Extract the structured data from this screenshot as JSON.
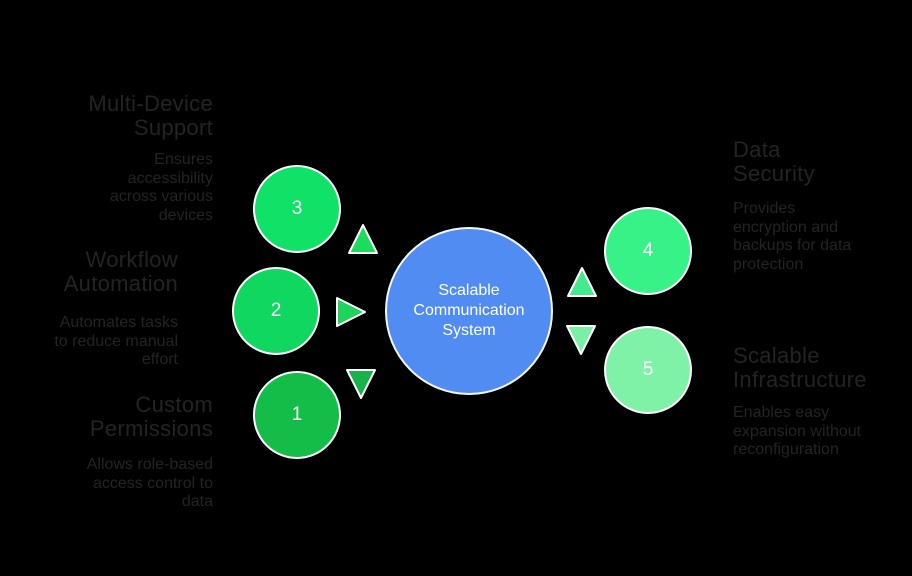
{
  "background_color": "#000000",
  "text_color": "#232323",
  "hub": {
    "label": "Scalable\nCommunication\nSystem",
    "color": "#518cf2",
    "text_color": "#ffffff"
  },
  "nodes": [
    {
      "number": "1",
      "color": "#14bd47"
    },
    {
      "number": "2",
      "color": "#10d75f"
    },
    {
      "number": "3",
      "color": "#10e268"
    },
    {
      "number": "4",
      "color": "#37f287"
    },
    {
      "number": "5",
      "color": "#80f2a8"
    }
  ],
  "connectors": [
    {
      "direction": "up",
      "color": "#1fdb5c"
    },
    {
      "direction": "right",
      "color": "#1dd55c"
    },
    {
      "direction": "down",
      "color": "#18b24a"
    },
    {
      "direction": "up",
      "color": "#45e98d"
    },
    {
      "direction": "down",
      "color": "#7aefa6"
    }
  ],
  "features": [
    {
      "title": "Multi-Device\nSupport",
      "description": "Ensures\naccessibility\nacross various\ndevices"
    },
    {
      "title": "Workflow\nAutomation",
      "description": "Automates tasks\nto reduce manual\neffort"
    },
    {
      "title": "Custom\nPermissions",
      "description": "Allows role-based\naccess control to\ndata"
    },
    {
      "title": "Data\nSecurity",
      "description": "Provides\nencryption and\nbackups for data\nprotection"
    },
    {
      "title": "Scalable\nInfrastructure",
      "description": "Enables easy\nexpansion without\nreconfiguration"
    }
  ]
}
